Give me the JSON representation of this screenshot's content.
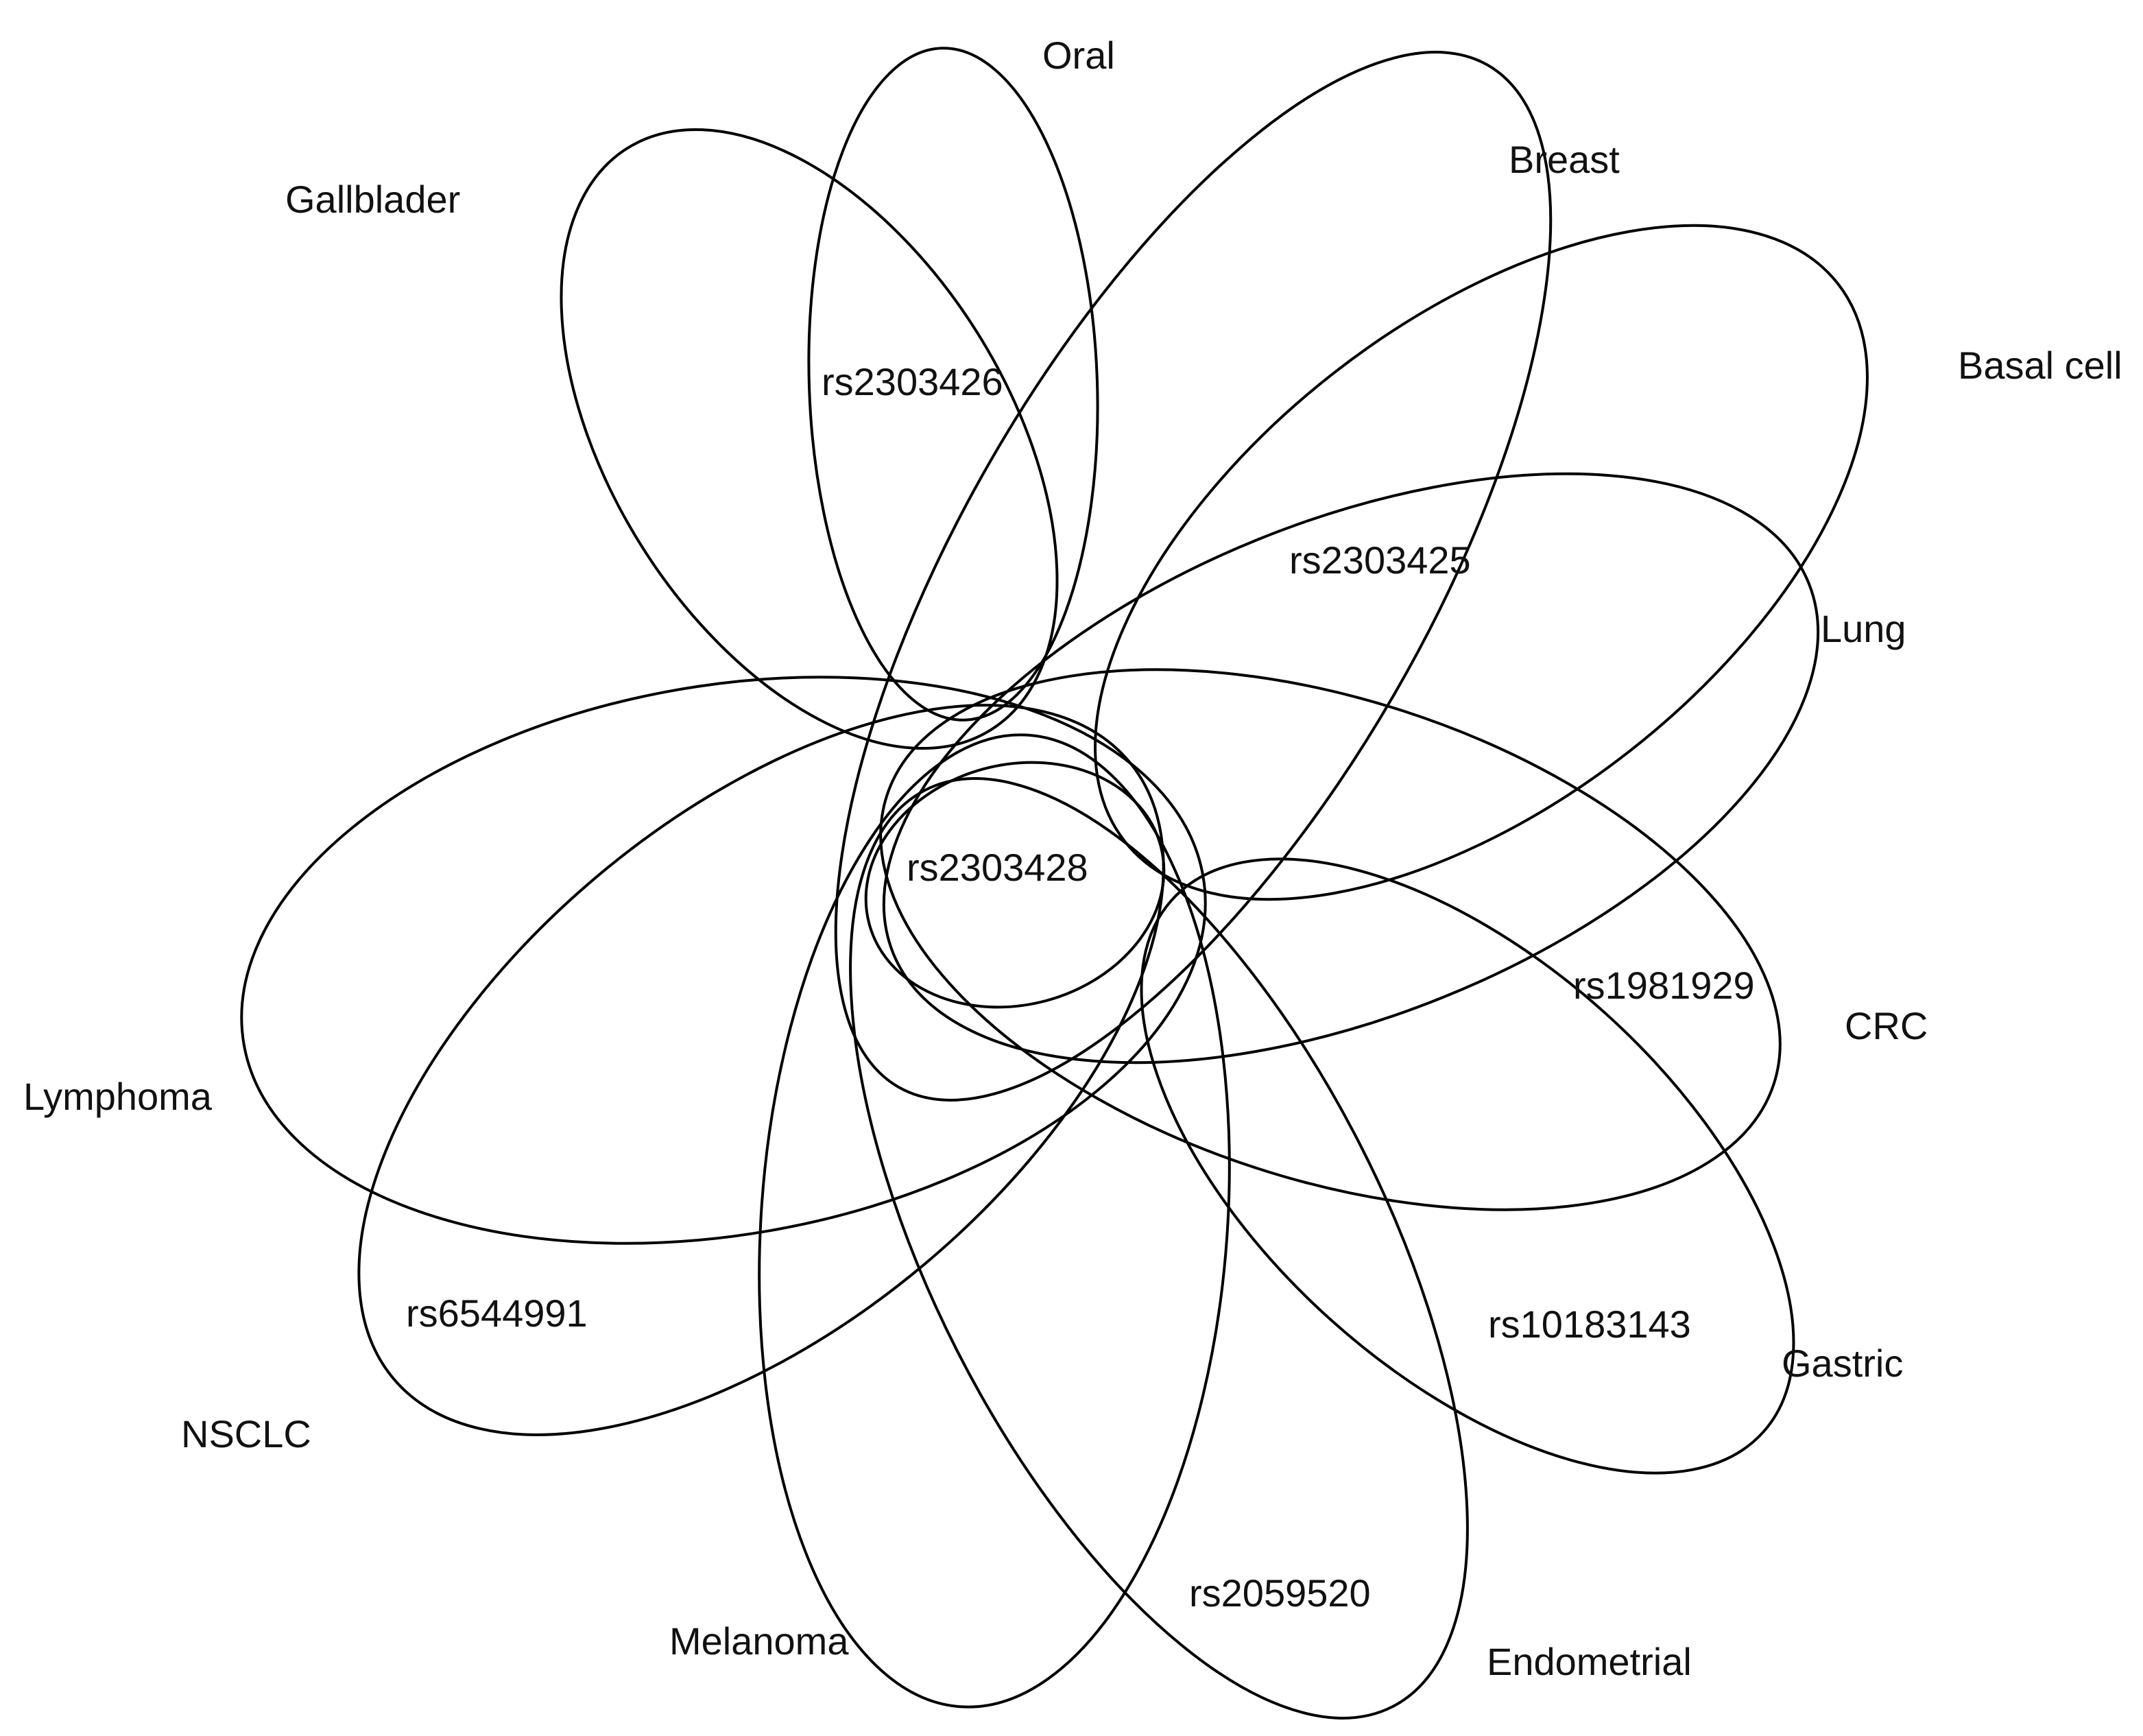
{
  "colors": {
    "stroke": "#000000",
    "text": "#111111",
    "background": "#ffffff"
  },
  "cancers": [
    {
      "id": "oral",
      "label": "Oral"
    },
    {
      "id": "gallblader",
      "label": "Gallblader"
    },
    {
      "id": "breast",
      "label": "Breast"
    },
    {
      "id": "basal-cell",
      "label": "Basal cell"
    },
    {
      "id": "lung",
      "label": "Lung"
    },
    {
      "id": "crc",
      "label": "CRC"
    },
    {
      "id": "gastric",
      "label": "Gastric"
    },
    {
      "id": "endometrial",
      "label": "Endometrial"
    },
    {
      "id": "melanoma",
      "label": "Melanoma"
    },
    {
      "id": "nsclc",
      "label": "NSCLC"
    },
    {
      "id": "lymphoma",
      "label": "Lymphoma"
    }
  ],
  "snps": [
    {
      "id": "rs2303426",
      "label": "rs2303426"
    },
    {
      "id": "rs2303425",
      "label": "rs2303425"
    },
    {
      "id": "rs2303428",
      "label": "rs2303428"
    },
    {
      "id": "rs1981929",
      "label": "rs1981929"
    },
    {
      "id": "rs10183143",
      "label": "rs10183143"
    },
    {
      "id": "rs6544991",
      "label": "rs6544991"
    },
    {
      "id": "rs2059520",
      "label": "rs2059520"
    }
  ]
}
